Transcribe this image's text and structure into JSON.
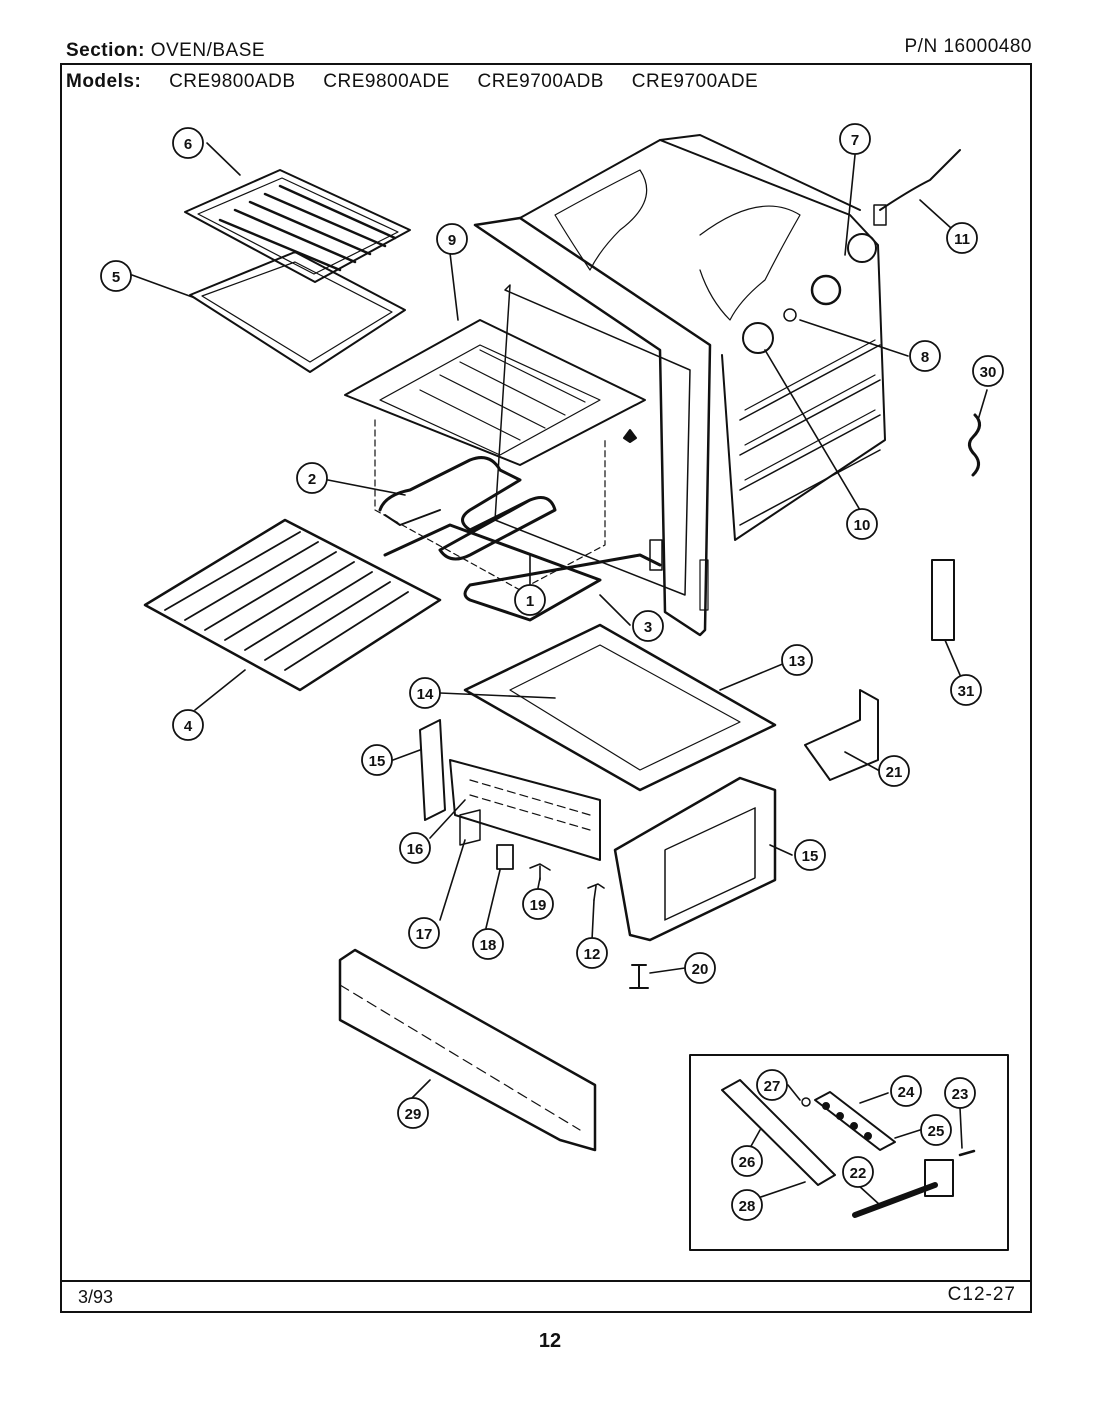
{
  "header": {
    "section_label": "Section:",
    "section_value": "OVEN/BASE",
    "part_number": "P/N 16000480",
    "models_label": "Models:",
    "models": [
      "CRE9800ADB",
      "CRE9800ADE",
      "CRE9700ADB",
      "CRE9700ADE"
    ]
  },
  "footer": {
    "date": "3/93",
    "code": "C12-27",
    "page": "12"
  },
  "callouts": {
    "c1": "1",
    "c2": "2",
    "c3": "3",
    "c4": "4",
    "c5": "5",
    "c6": "6",
    "c7": "7",
    "c8": "8",
    "c9": "9",
    "c10": "10",
    "c11": "11",
    "c12": "12",
    "c13": "13",
    "c14": "14",
    "c15a": "15",
    "c15b": "15",
    "c16": "16",
    "c17": "17",
    "c18": "18",
    "c19": "19",
    "c20": "20",
    "c21": "21",
    "c22": "22",
    "c23": "23",
    "c24": "24",
    "c25": "25",
    "c26": "26",
    "c27": "27",
    "c28": "28",
    "c29": "29",
    "c30": "30",
    "c31": "31"
  }
}
